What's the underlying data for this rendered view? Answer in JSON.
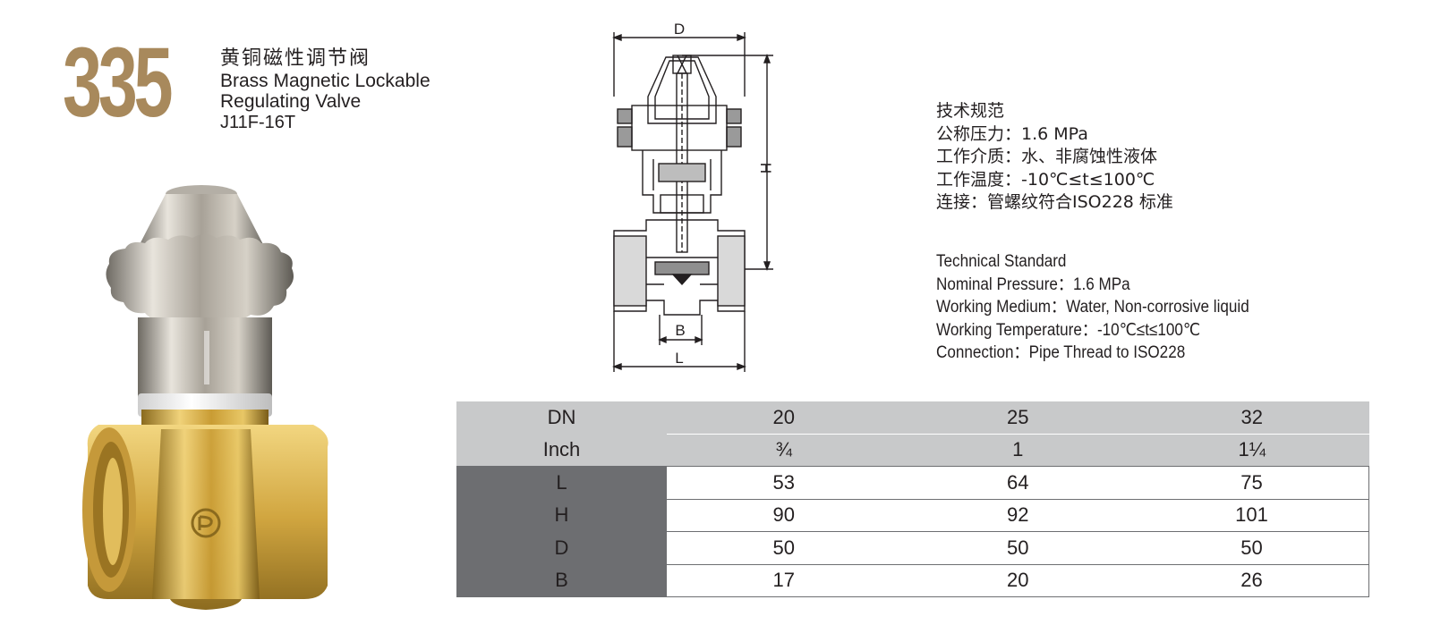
{
  "header": {
    "model_number": "335",
    "title_cn": "黄铜磁性调节阀",
    "title_en_line1": "Brass Magnetic Lockable",
    "title_en_line2": "Regulating Valve",
    "model_code": "J11F-16T"
  },
  "drawing": {
    "label_d": "D",
    "label_h": "H",
    "label_b": "B",
    "label_l": "L"
  },
  "spec_cn": [
    "技术规范",
    "公称压力：1.6 MPa",
    "工作介质：水、非腐蚀性液体",
    "工作温度：-10℃≤t≤100℃",
    "连接：管螺纹符合ISO228 标准"
  ],
  "spec_en": [
    "Technical Standard",
    "Nominal Pressure：1.6 MPa",
    "Working Medium：Water, Non-corrosive liquid",
    "Working Temperature：-10℃≤t≤100℃",
    "Connection：Pipe Thread to ISO228"
  ],
  "table": {
    "header_rows": [
      {
        "label": "DN",
        "values": [
          "20",
          "25",
          "32"
        ]
      },
      {
        "label": "Inch",
        "values": [
          "¾",
          "1",
          "1¼"
        ]
      }
    ],
    "rows": [
      {
        "label": "L",
        "values": [
          "53",
          "64",
          "75"
        ]
      },
      {
        "label": "H",
        "values": [
          "90",
          "92",
          "101"
        ]
      },
      {
        "label": "D",
        "values": [
          "50",
          "50",
          "50"
        ]
      },
      {
        "label": "B",
        "values": [
          "17",
          "20",
          "26"
        ]
      }
    ]
  },
  "colors": {
    "model_number": "#a8895c",
    "header_gray": "#c8c9ca",
    "label_dark_gray": "#6d6e71",
    "brass": "#d8b24a",
    "chrome": "#b9b4aa"
  },
  "icons": [
    "valve-product-photo",
    "valve-cross-section-drawing",
    "brand-logo-mark"
  ]
}
